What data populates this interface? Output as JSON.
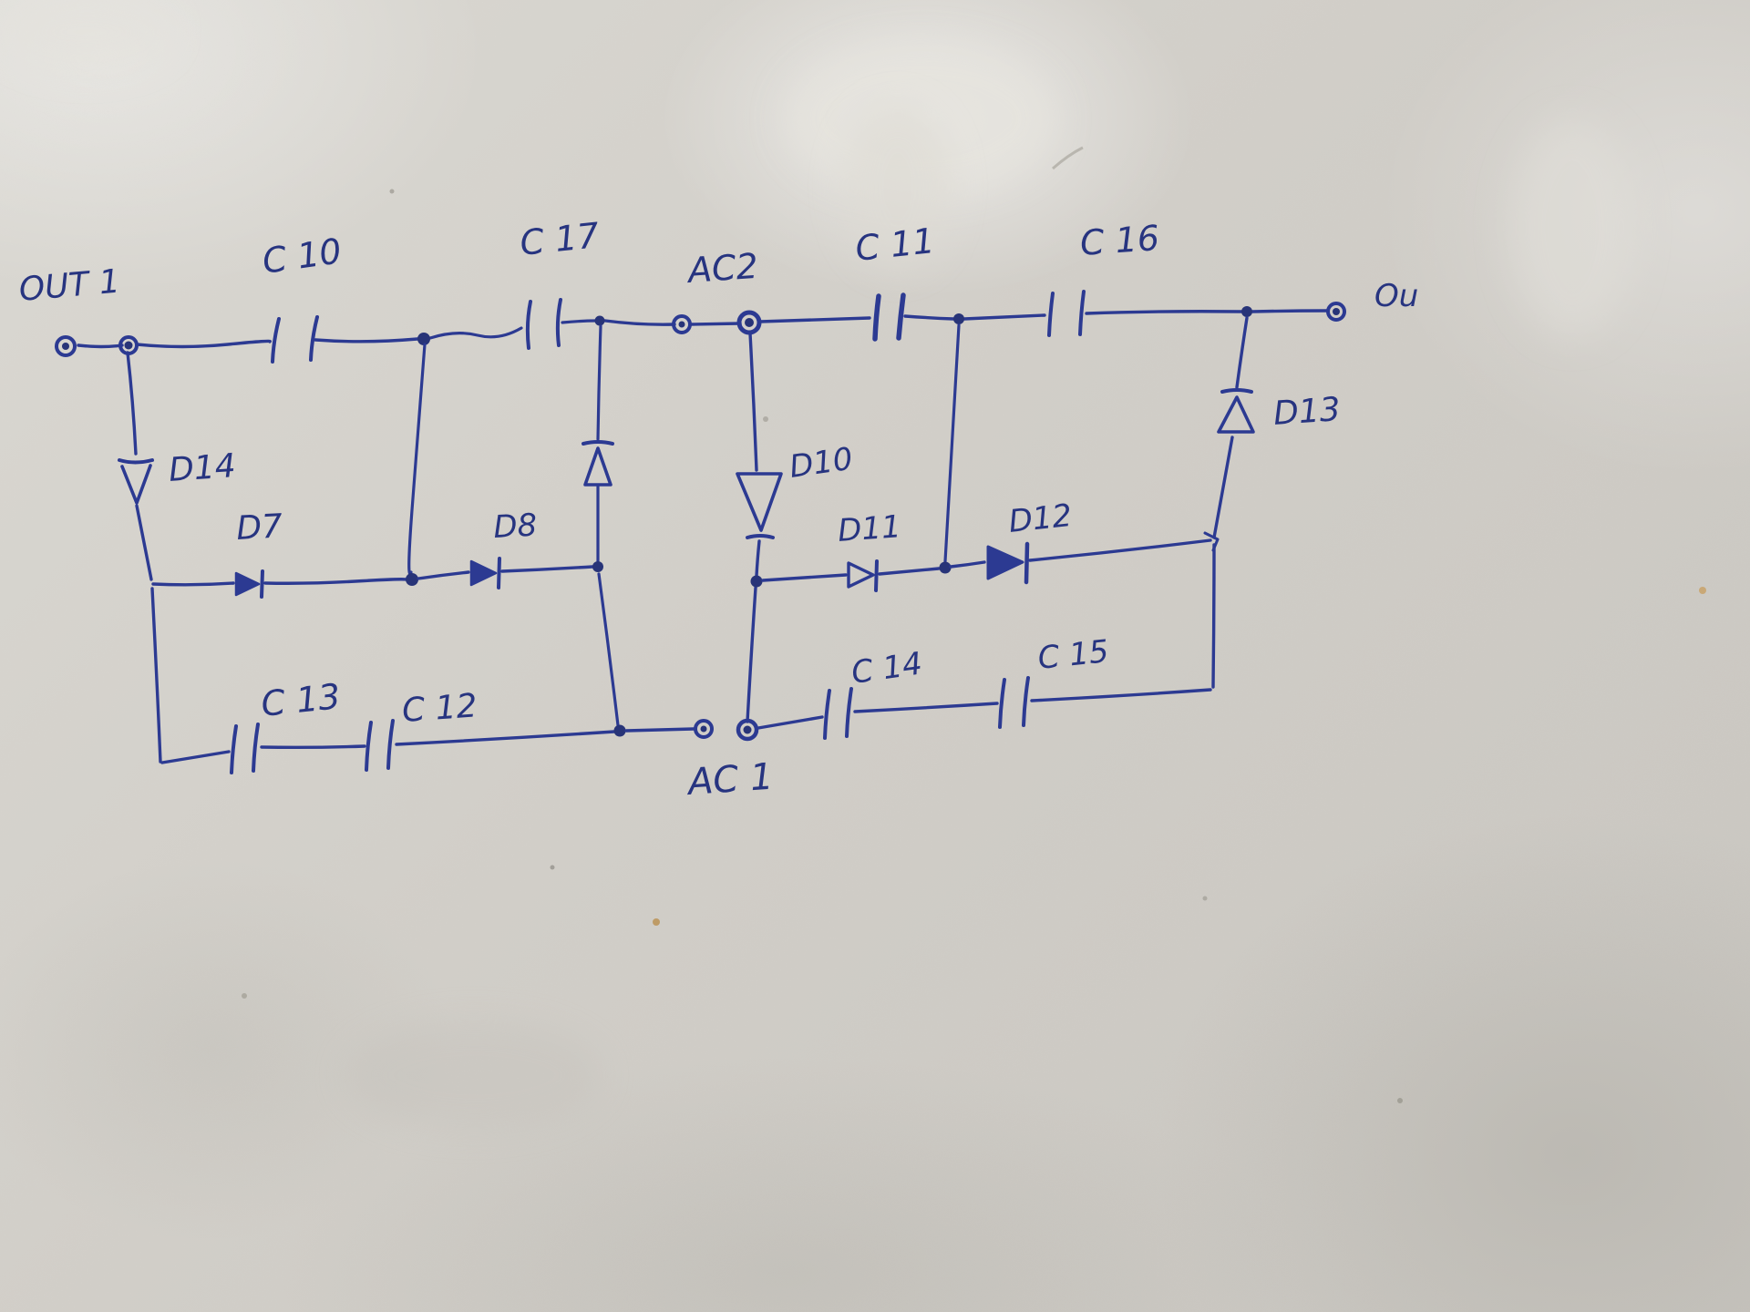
{
  "diagram": {
    "kind": "hand-drawn voltage-multiplier circuit schematic, blue ballpoint pen on painted wall",
    "ink_color": "#2c3a92",
    "wall_color": "#d2cfc9"
  },
  "labels": {
    "out1": "OUT 1",
    "out2": "Ou",
    "ac2": "AC2",
    "ac1": "AC 1",
    "c10": "C 10",
    "c17": "C 17",
    "c11": "C 11",
    "c16": "C 16",
    "c13": "C 13",
    "c12": "C 12",
    "c14": "C 14",
    "c15": "C 15",
    "d14": "D14",
    "d7": "D7",
    "d8": "D8",
    "d10": "D10",
    "d11": "D11",
    "d12": "D12",
    "d13": "D13"
  }
}
